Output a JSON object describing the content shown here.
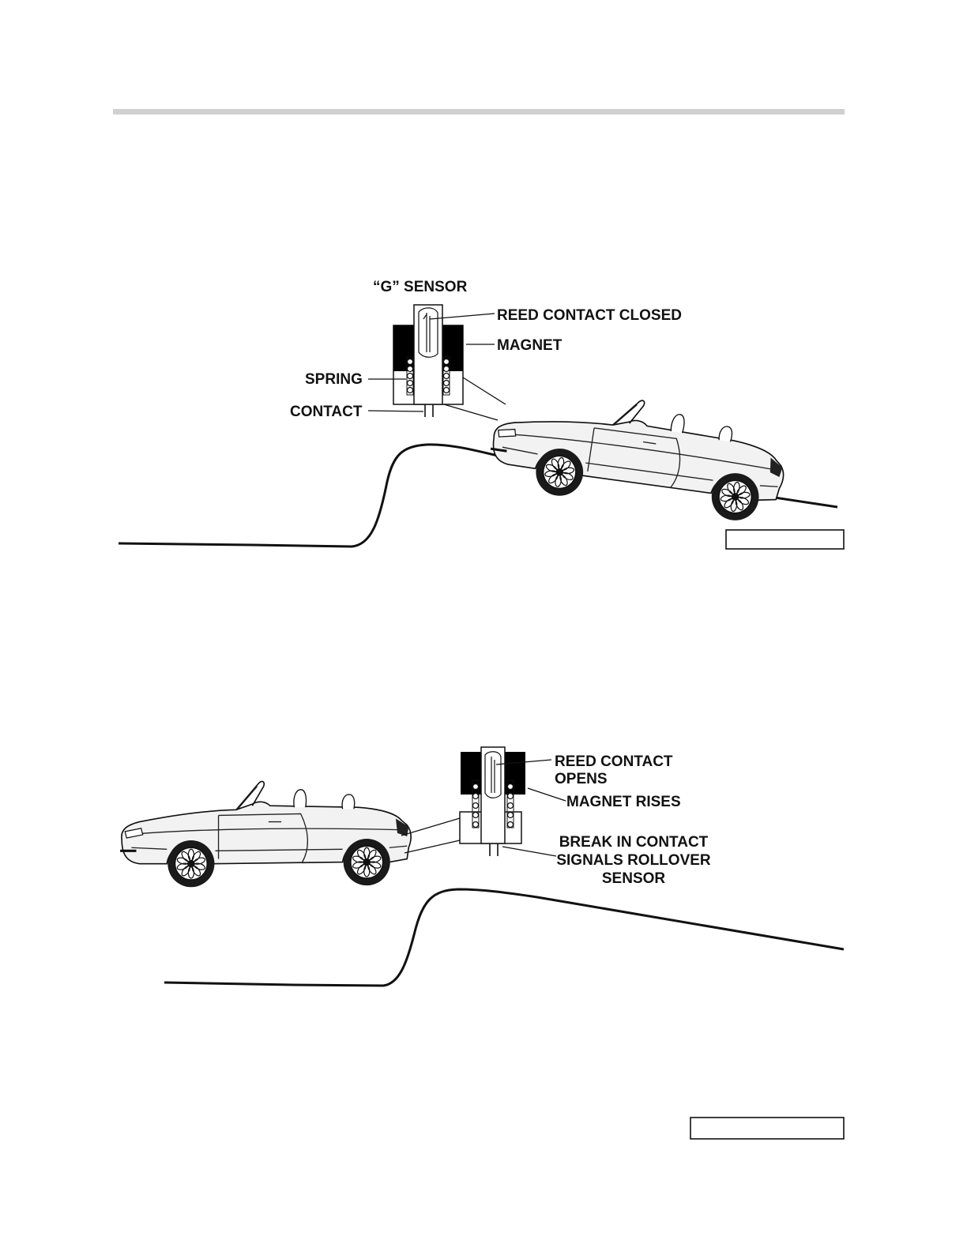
{
  "figure1": {
    "labels": {
      "g_sensor": "“G” SENSOR",
      "reed_closed": "REED CONTACT CLOSED",
      "magnet": "MAGNET",
      "spring": "SPRING",
      "contact": "CONTACT"
    },
    "figure_number": ""
  },
  "figure2": {
    "labels": {
      "reed_opens_1": "REED CONTACT",
      "reed_opens_2": "OPENS",
      "magnet_rises": "MAGNET RISES",
      "break_1": "BREAK IN CONTACT",
      "break_2": "SIGNALS ROLLOVER",
      "break_3": "SENSOR"
    },
    "figure_number": ""
  },
  "colors": {
    "ink": "#111111",
    "rule": "#d0d0d0",
    "car_body": "#f2f2f2"
  },
  "icons": {
    "car": "convertible-car-icon",
    "sensor": "g-sensor-icon"
  }
}
